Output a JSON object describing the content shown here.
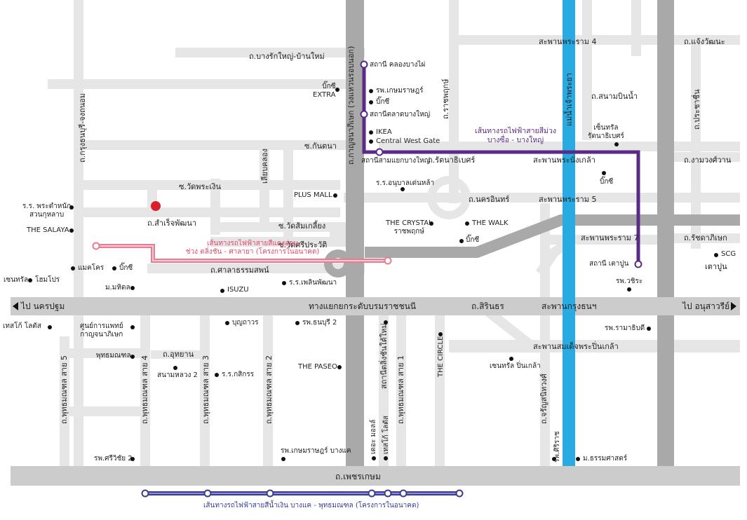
{
  "roads": {
    "bang_rak_yai": "ถ.บางรักใหญ่-บ้านใหม่",
    "kanchana": "ถ.กาญจนาภิเษก (วงแหวนรอบนอก)",
    "ratchaphruek": "ถ.ราชพฤกษ์",
    "rattanathibet": "ถ.รัตนาธิเบศร์",
    "nakhon_in": "ถ.นครอินทร์",
    "samret": "ถ.สำเร็จพัฒนา",
    "sala_tham": "ถ.ศาลาธรรมสพน์",
    "krung_nonthaburi": "ทางแยกยกระดับบรมราชชนนี",
    "sirinthorn": "ถ.สิรินธร",
    "phetkasem": "ถ.เพชรเกษม",
    "uthayan": "ถ.อุทยาน",
    "charansanitwong": "ถ.จรัญสนิทวงศ์",
    "sanambinnam": "ถ.สนามบินน้ำ",
    "ngam_wong_wan": "ถ.งามวงศ์วาน",
    "prachachuen": "ถ.ประชาชื่น",
    "chaeng_watthana": "ถ.แจ้งวัฒนะ",
    "ratchadaphisek": "ถ.รัชดาภิเษก",
    "tao_poon": "เตาปูน",
    "krungthon_kanchana": "ถ.กรุงธนบุรี-จงถนอม",
    "soi_kanthana": "ซ.กันตนา",
    "soi_wat_phra_ngoen": "ซ.วัดพระเงิน",
    "soi_wat_sam_liam": "ซ.วัดส้มเกลี้ยง",
    "soi_wat_sri_prawat": "ซ.วัดศรีประวัติ",
    "liap_khlong": "เลียบคลอง",
    "phutta_1": "ถ.พุทธมณฑล สาย 1",
    "phutta_2": "ถ.พุทธมณฑล สาย 2",
    "phutta_3": "ถ.พุทธมณฑล สาย 3",
    "phutta_4": "ถ.พุทธมณฑล สาย 4",
    "phutta_5": "ถ.พุทธมณฑล สาย 5",
    "river": "แม่น้ำเจ้าพระยา",
    "soi_taling_chan": "สถานีตลิ่งชันใต้ใหม่"
  },
  "bridges": {
    "rama4": "สะพานพระราม 4",
    "rama5": "สะพานพระราม 5",
    "rama7": "สะพานพระราม 7",
    "phra_nang_klao": "สะพานพระนั่งเกล้า",
    "krungthon": "สะพานกรุงธนฯ",
    "somdet_pin_klao": "สะพานสมเด็จพระปิ่นเกล้า"
  },
  "directions": {
    "to_nakhon_pathom": "ไป นครปฐม",
    "to_victory": "ไป อนุสาวรีย์"
  },
  "stations": {
    "khlong_bang_phai": "สถานี คลองบางไผ่",
    "talad_bang_yai": "สถานีตลาดบางใหญ่",
    "yaek_bang_yai": "สถานีสามแยกบางใหญ่",
    "tao_poon_station": "สถานี เตาปูน"
  },
  "lines": {
    "purple": "เส้นทางรถไฟฟ้าสายสีม่วง\nบางซื่อ - บางใหญ่",
    "pink": "เส้นทางรถไฟฟ้าสายสีแดงอ่อน\nช่วง ตลิ่งชัน - ศาลายา (โครงการในอนาคต)",
    "blue": "เส้นทางรถไฟฟ้าสายสีน้ำเงิน บางแค - พุทธมณฑล (โครงการในอนาคต)"
  },
  "places": {
    "bigc_extra": "บิ๊กซี\nEXTRA",
    "rs_kasem": "รพ.เกษมราษฎร์",
    "bigc_1": "บิ๊กซี",
    "ikea": "IKEA",
    "cwg": "Central West Gate",
    "plus_mall": "PLUS MALL",
    "rr_anuban": "ร.ร.อนุบาลเด่นหล้า",
    "crystal": "THE CRYSTAL\nราชพฤกษ์",
    "the_walk": "THE WALK",
    "bigc_2": "บิ๊กซี",
    "central_rattana": "เซ็นทรัล\nรัตนาธิเบศร์",
    "bigc_3": "บิ๊กซี",
    "rr_phra_tamnak": "ร.ร. พระตำหนัก\nสวนกุหลาบ",
    "the_salaya": "THE SALAYA",
    "central_left": "เซนทรัล",
    "homepro": "โฮมโปร",
    "makro": "แมคโคร",
    "bigc_4": "บิ๊กซี",
    "mahidol": "ม.มหิดล",
    "isuzu": "ISUZU",
    "rr_phalin": "ร.ร.เพลินพัฒนา",
    "tesco": "เทสโก้ โลตัส",
    "medical_center": "ศูนย์การแพทย์\nกาญจนาภิเษก",
    "phutthamonthon": "พุทธมณฑล",
    "sanam_luang2": "สนามหลวง 2",
    "rr_kasikorn": "ร.ร.กสิกรร",
    "bunthavorn": "บุญถาวร",
    "thonburi2": "รพ.ธนบุรี 2",
    "the_paseo": "THE PASEO",
    "the_mall": "เดอะ มอลล์",
    "tesco2": "เทสโก้ โลตัส",
    "the_circle": "THE CIRCLE",
    "central_pinklao": "เซนทรัล ปิ่นเกล้า",
    "rs_sriwichai2": "รพ.ศรีวิชัย 2",
    "rs_kasem_bangkae": "รพ.เกษมราษฎร์ บางแค",
    "rs_siriraj": "รพ.ศิริราช",
    "thammasat": "ม.ธรรมศาสตร์",
    "rs_ramathibodi": "รพ.รามาธิบดี",
    "rs_vajira": "รพ.วชิระ",
    "scg": "SCG"
  },
  "colors": {
    "road": "#e6e6e6",
    "highway": "#a9a9a9",
    "river": "#29abe2",
    "purple_line": "#5b2a86",
    "pink_line": "#e57d93",
    "blue_line": "#3a3a99",
    "marker": "#d9202a"
  }
}
